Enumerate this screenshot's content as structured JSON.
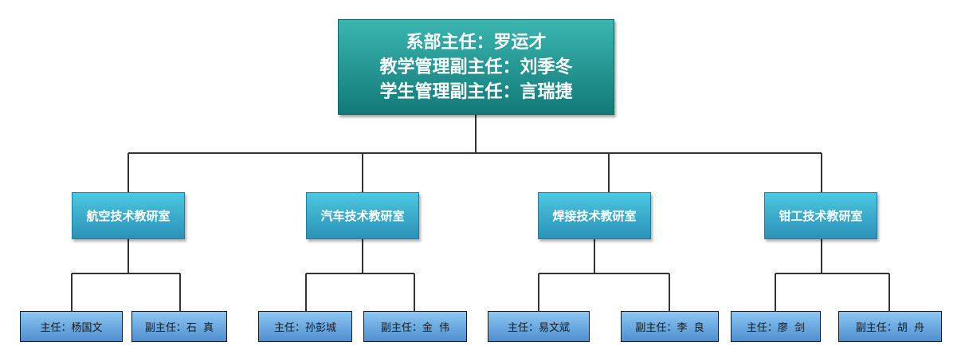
{
  "root": {
    "line1": "系部主任：罗运才",
    "line2": "教学管理副主任：刘季冬",
    "line3": "学生管理副主任：言瑞捷"
  },
  "labs": [
    {
      "name": "航空技术教研室",
      "director": "主任：杨国文",
      "deputy": "副主任：石  真"
    },
    {
      "name": "汽车技术教研室",
      "director": "主任：孙彭城",
      "deputy": "副主任：金  伟"
    },
    {
      "name": "焊接技术教研室",
      "director": "主任：易文斌",
      "deputy": "副主任：李  良"
    },
    {
      "name": "钳工技术教研室",
      "director": "主任：廖  剑",
      "deputy": "副主任：胡  舟"
    }
  ],
  "colors": {
    "root": "#1f9a96",
    "lab": "#37a9cf",
    "leaf": "#6aa9e2",
    "connector": "#333333"
  }
}
